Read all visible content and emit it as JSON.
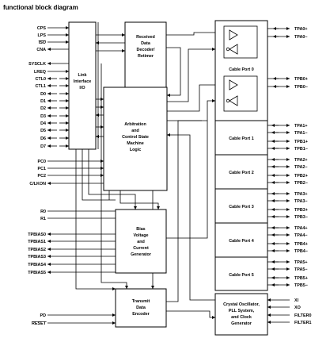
{
  "title": "functional block diagram",
  "left_pins": {
    "group1": [
      "CPS",
      "LPS",
      "ISO",
      "CNA"
    ],
    "group2": [
      "SYSCLK",
      "LREQ",
      "CTL0",
      "CTL1",
      "D0",
      "D1",
      "D2",
      "D3",
      "D4",
      "D5",
      "D6",
      "D7"
    ],
    "group3": [
      "PC0",
      "PC1",
      "PC2",
      "C/LKON"
    ],
    "group4": [
      "R0",
      "R1"
    ],
    "group5": [
      "TPBIAS0",
      "TPBIAS1",
      "TPBIAS2",
      "TPBIAS3",
      "TPBIAS4",
      "TPBIAS5"
    ],
    "group6": [
      "PD",
      "RESET"
    ]
  },
  "blocks": {
    "link": [
      "Link",
      "Interface",
      "I/O"
    ],
    "received": [
      "Received",
      "Data",
      "Decoder/",
      "Retimer"
    ],
    "arbitration": [
      "Arbitration",
      "and",
      "Control State",
      "Machine",
      "Logic"
    ],
    "bias": [
      "Bias",
      "Voltage",
      "and",
      "Current",
      "Generator"
    ],
    "transmit": [
      "Transmit",
      "Data",
      "Encoder"
    ],
    "crystal": [
      "Crystal Oscillator,",
      "PLL System,",
      "and Clock",
      "Generator"
    ]
  },
  "cable_ports": [
    "Cable Port 0",
    "Cable Port 1",
    "Cable Port 2",
    "Cable Port 3",
    "Cable Port 4",
    "Cable Port 5"
  ],
  "right_pins": [
    [
      "TPA0+",
      "TPA0−",
      "TPB0+",
      "TPB0−"
    ],
    [
      "TPA1+",
      "TPA1−",
      "TPB1+",
      "TPB1−"
    ],
    [
      "TPA2+",
      "TPA2−",
      "TPB2+",
      "TPB2−"
    ],
    [
      "TPA3+",
      "TPA3−",
      "TPB3+",
      "TPB3−"
    ],
    [
      "TPA4+",
      "TPA4−",
      "TPB4+",
      "TPB4−"
    ],
    [
      "TPA5+",
      "TPA5−",
      "TPB5+",
      "TPB5−"
    ]
  ],
  "clock_pins": [
    "XI",
    "XO",
    "FILTER0",
    "FILTER1"
  ]
}
